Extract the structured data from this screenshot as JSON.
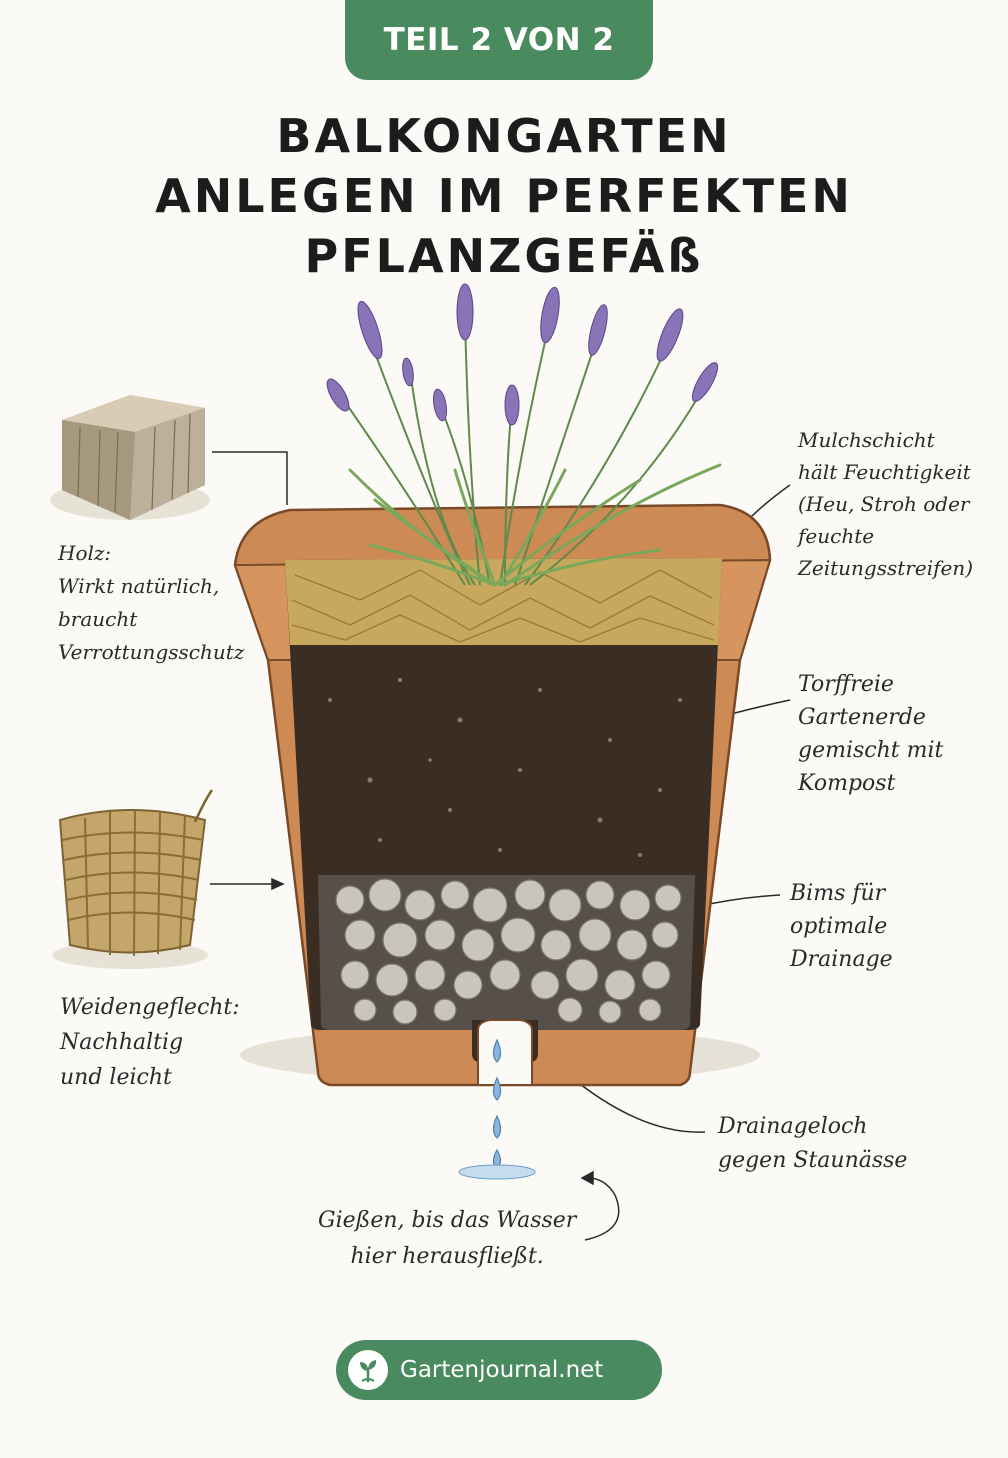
{
  "badge": {
    "label": "TEIL 2 VON 2"
  },
  "title": {
    "line1": "BALKONGARTEN",
    "line2": "ANLEGEN IM PERFEKTEN",
    "line3": "PFLANZGEFÄß"
  },
  "annotations": {
    "wood": {
      "heading": "Holz:",
      "line1": "Wirkt natürlich,",
      "line2": "braucht",
      "line3": "Verrottungsschutz"
    },
    "wicker": {
      "heading": "Weidengeflecht:",
      "line1": "Nachhaltig",
      "line2": "und leicht"
    },
    "mulch": {
      "line1": "Mulchschicht",
      "line2": "hält Feuchtigkeit",
      "line3": "(Heu, Stroh oder",
      "line4": "feuchte",
      "line5": "Zeitungsstreifen)"
    },
    "soil": {
      "line1": "Torffreie",
      "line2": "Gartenerde",
      "line3": "gemischt mit",
      "line4": "Kompost"
    },
    "pumice": {
      "line1": "Bims für",
      "line2": "optimale",
      "line3": "Drainage"
    },
    "drain": {
      "line1": "Drainageloch",
      "line2": "gegen Staunässe"
    },
    "water": {
      "line1": "Gießen, bis das Wasser",
      "line2": "hier herausfließt."
    }
  },
  "footer": {
    "label": "Gartenjournal.net",
    "icon": "sprout-icon"
  },
  "colors": {
    "accent_green": "#4a8a5f",
    "terracotta": "#c8804c",
    "soil": "#3a2d24",
    "mulch": "#c8a85c",
    "lavender": "#8a74b8",
    "water": "#6a9ec8"
  }
}
